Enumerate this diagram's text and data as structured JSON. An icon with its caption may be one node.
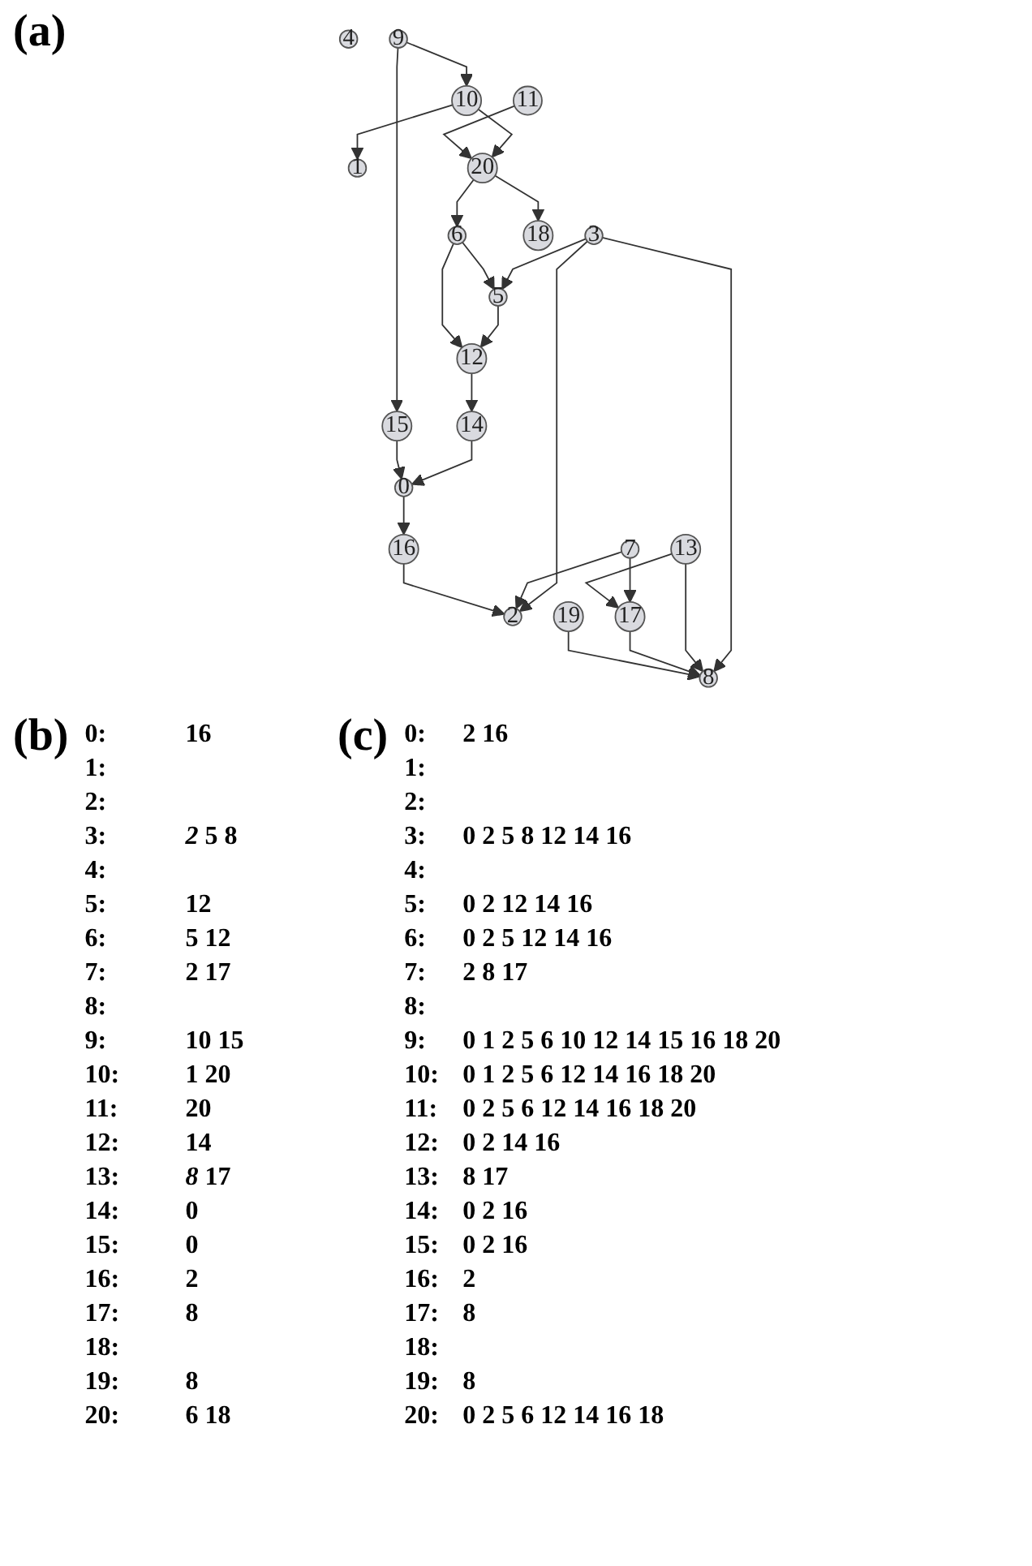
{
  "diagram": {
    "nodes": [
      {
        "text": [
          "0"
        ]
      },
      {
        "text": [
          "1"
        ]
      },
      {
        "text": [
          "2"
        ]
      },
      {
        "text": [
          "3"
        ]
      },
      {
        "text": [
          "4"
        ]
      },
      {
        "text": [
          "5"
        ]
      },
      {
        "text": [
          "6"
        ]
      },
      {
        "text": [
          "7"
        ]
      },
      {
        "text": [
          "8"
        ]
      },
      {
        "text": [
          "9"
        ]
      },
      {
        "text": [
          "10"
        ]
      },
      {
        "text": [
          "11"
        ]
      },
      {
        "text": [
          "12"
        ]
      },
      {
        "text": [
          "13"
        ]
      },
      {
        "text": [
          "14"
        ]
      },
      {
        "text": [
          "15"
        ]
      },
      {
        "text": [
          "16"
        ]
      },
      {
        "text": [
          "17"
        ]
      },
      {
        "text": [
          "18"
        ]
      },
      {
        "text": [
          "19"
        ]
      },
      {
        "text": [
          "20"
        ]
      }
    ],
    "edges": [
      {
        "from": 0,
        "to": 16,
        "arrow": "to"
      },
      {
        "from": 3,
        "to": 2,
        "arrow": "to"
      },
      {
        "from": 3,
        "to": 5,
        "arrow": "to"
      },
      {
        "from": 3,
        "to": 8,
        "arrow": "to"
      },
      {
        "from": 5,
        "to": 12,
        "arrow": "to"
      },
      {
        "from": 6,
        "to": 5,
        "arrow": "to"
      },
      {
        "from": 6,
        "to": 12,
        "arrow": "to"
      },
      {
        "from": 7,
        "to": 2,
        "arrow": "to"
      },
      {
        "from": 7,
        "to": 17,
        "arrow": "to"
      },
      {
        "from": 9,
        "to": 10,
        "arrow": "to"
      },
      {
        "from": 9,
        "to": 15,
        "arrow": "to"
      },
      {
        "from": 10,
        "to": 1,
        "arrow": "to"
      },
      {
        "from": 10,
        "to": 20,
        "arrow": "to"
      },
      {
        "from": 11,
        "to": 20,
        "arrow": "to"
      },
      {
        "from": 12,
        "to": 14,
        "arrow": "to"
      },
      {
        "from": 13,
        "to": 8,
        "arrow": "to"
      },
      {
        "from": 13,
        "to": 17,
        "arrow": "to"
      },
      {
        "from": 14,
        "to": 0,
        "arrow": "to"
      },
      {
        "from": 15,
        "to": 0,
        "arrow": "to"
      },
      {
        "from": 16,
        "to": 2,
        "arrow": "to"
      },
      {
        "from": 17,
        "to": 8,
        "arrow": "to"
      },
      {
        "from": 19,
        "to": 8,
        "arrow": "to"
      },
      {
        "from": 20,
        "to": 6,
        "arrow": "to"
      },
      {
        "from": 20,
        "to": 18,
        "arrow": "to"
      }
    ],
    "labels": [
      "(a)",
      "(b)",
      "0: 16",
      "1:",
      "2:",
      "3: *2* 5 8",
      "4:",
      "5: 12",
      "6: 5 12",
      "7: 2 17",
      "8:",
      "9: 10 15",
      "10: 1 20",
      "11: 20",
      "12: 14",
      "13: *8* 17",
      "14: 0",
      "15: 0",
      "16: 2",
      "17: 8",
      "18:",
      "19: 8",
      "20: 6 18",
      "(c)",
      "0: 2 16",
      "1:",
      "2:",
      "3: 0 2 5 8 12 14 16",
      "4:",
      "5: 0 2 12 14 16",
      "6: 0 2 5 12 14 16",
      "7: 2 8 17",
      "8:",
      "9: 0 1 2 5 6 10 12 14 15 16 18 20",
      "10: 0 1 2 5 6 12 14 16 18 20",
      "11: 0 2 5 6 12 14 16 18 20",
      "12: 0 2 14 16",
      "13: 8 17",
      "14: 0 2 16",
      "15: 0 2 16",
      "16: 2",
      "17: 8",
      "18:",
      "19: 8",
      "20: 0 2 5 6 12 14 16 18"
    ]
  }
}
